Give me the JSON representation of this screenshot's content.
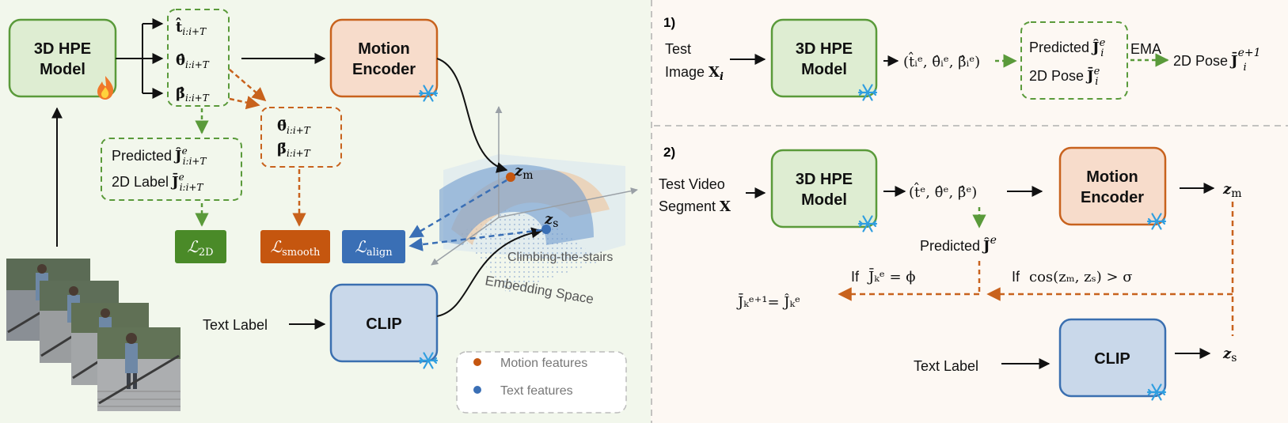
{
  "left_panel": {
    "hpe_model": {
      "line1": "3D HPE",
      "line2": "Model"
    },
    "outputs": {
      "t": {
        "sym": "t̂",
        "sub": "i:i+T"
      },
      "theta": {
        "sym": "θ̂",
        "sub": "i:i+T"
      },
      "beta": {
        "sym": "β̂",
        "sub": "i:i+T"
      }
    },
    "motion_encoder": {
      "line1": "Motion",
      "line2": "Encoder"
    },
    "smoothed": {
      "theta": {
        "sym": "θ̄",
        "sub": "i:i+T"
      },
      "beta": {
        "sym": "β̄",
        "sub": "i:i+T"
      }
    },
    "predicted_box": {
      "row1_label": "Predicted",
      "row1_sym": "Ĵ",
      "row1_sup": "e",
      "row1_sub": "i:i+T",
      "row2_label": "2D Label",
      "row2_sym": "J̄",
      "row2_sup": "e",
      "row2_sub": "i:i+T"
    },
    "loss_2d": {
      "sym": "ℒ",
      "sub": "2D"
    },
    "loss_smooth": {
      "sym": "ℒ",
      "sub": "smooth"
    },
    "loss_align": {
      "sym": "ℒ",
      "sub": "align"
    },
    "text_label": "Text  Label",
    "clip": "CLIP",
    "embedding": {
      "zm": "z",
      "zm_sub": "m",
      "zs": "z",
      "zs_sub": "s",
      "action": "Climbing-the-stairs",
      "space": "Embedding Space"
    },
    "legend": {
      "motion": "Motion features",
      "text": "Text features"
    }
  },
  "right_top": {
    "step": "1)",
    "input_line1": "Test",
    "input_line2": "Image",
    "input_sym": "X",
    "input_sub": "i",
    "hpe_model": {
      "line1": "3D HPE",
      "line2": "Model"
    },
    "params": "(t̂ᵢᵉ, θ̂ᵢᵉ, β̂ᵢᵉ)",
    "pred_label": "Predicted",
    "pred_sym": "Ĵ",
    "pred_sup": "e",
    "pred_sub": "i",
    "pose_label": "2D Pose",
    "pose_sym": "J̄",
    "pose_sup": "e",
    "pose_sub": "i",
    "ema": "EMA",
    "out_label": "2D Pose",
    "out_sym": "J̄",
    "out_sup": "e+1",
    "out_sub": "i"
  },
  "right_bottom": {
    "step": "2)",
    "input_line1": "Test Video",
    "input_line2": "Segment",
    "input_sym": "X",
    "hpe_model": {
      "line1": "3D HPE",
      "line2": "Model"
    },
    "params": "(t̂ᵉ, θ̂ᵉ, β̂ᵉ)",
    "motion_encoder": {
      "line1": "Motion",
      "line2": "Encoder"
    },
    "zm": "z",
    "zm_sub": "m",
    "predicted_label": "Predicted",
    "predicted_sym": "Ĵ",
    "predicted_sup": "e",
    "cond1_if": "If",
    "cond1_expr": "J̄ₖᵉ = ϕ",
    "cond2_if": "If",
    "cond2_expr": "cos(zₘ, zₛ) > σ",
    "update_expr": "J̄ₖᵉ⁺¹= Ĵₖᵉ",
    "text_label": "Text Label",
    "clip": "CLIP",
    "zs": "z",
    "zs_sub": "s"
  },
  "colors": {
    "green_fill": "#deedd2",
    "green_stroke": "#5a9a3a",
    "orange_fill": "#f7dccb",
    "orange_stroke": "#c8621d",
    "blue_fill": "#c9d8ea",
    "blue_stroke": "#3a6fb0",
    "dark_green": "#4a8a28",
    "dark_orange": "#c5560f",
    "dark_blue": "#3a6fb5",
    "left_bg": "#f2f7ec",
    "right_bg": "#fdf8f3"
  }
}
